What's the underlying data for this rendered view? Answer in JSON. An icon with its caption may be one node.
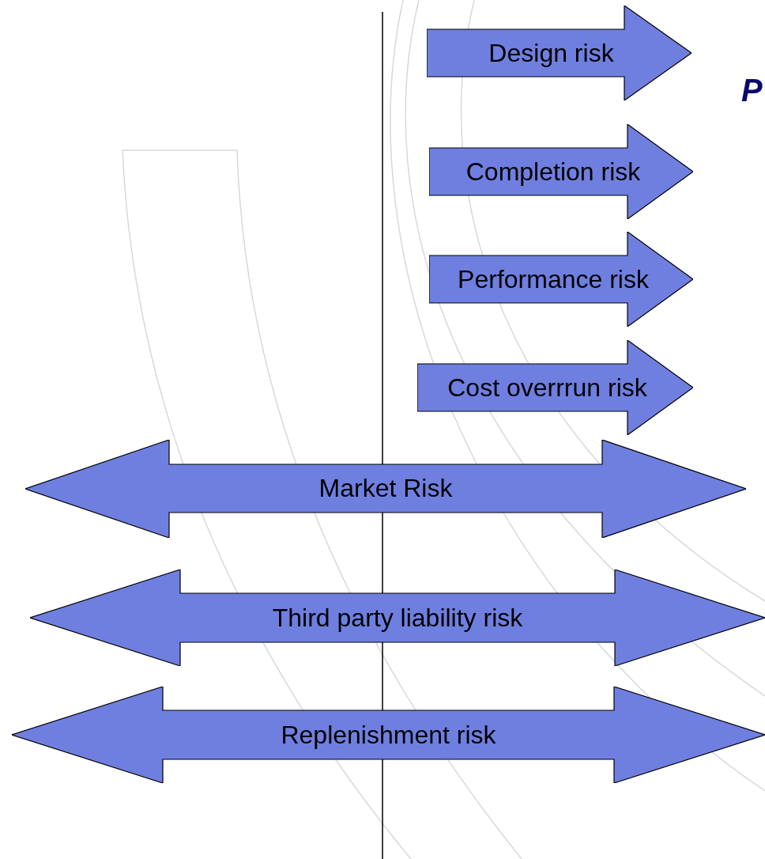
{
  "diagram": {
    "nodes": [
      {
        "text": [
          "Design risk"
        ]
      },
      {
        "text": [
          "Completion risk"
        ]
      },
      {
        "text": [
          "Performance risk"
        ]
      },
      {
        "text": [
          "Cost overrrun risk"
        ]
      },
      {
        "text": [
          "Market Risk"
        ]
      },
      {
        "text": [
          "Third party liability risk"
        ]
      },
      {
        "text": [
          "Replenishment risk"
        ]
      }
    ],
    "labels": [
      "P"
    ]
  }
}
